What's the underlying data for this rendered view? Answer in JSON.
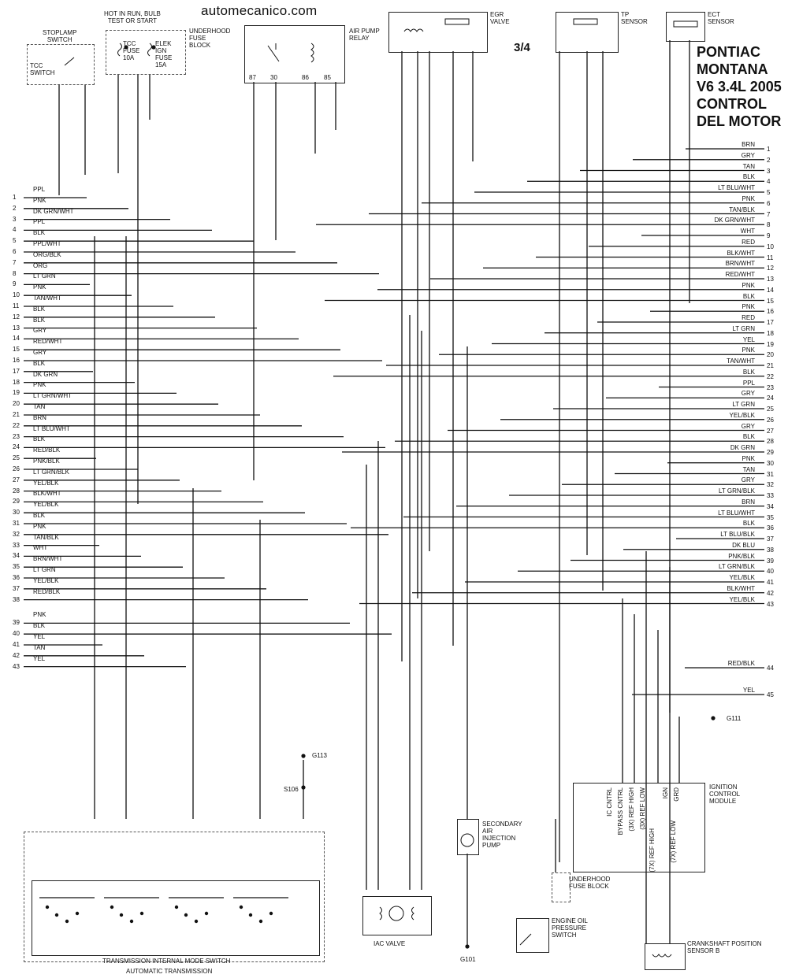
{
  "site": "automecanico.com",
  "page_marker": "3/4",
  "title_lines": [
    "PONTIAC",
    "MONTANA",
    "V6 3.4L 2005",
    "CONTROL",
    "DEL MOTOR"
  ],
  "components": {
    "stoplamp_switch": "STOPLAMP\nSWITCH",
    "tcc_switch": "TCC\nSWITCH",
    "hot_note": "HOT IN RUN, BULB\nTEST OR START",
    "tcc_fuse": "TCC\nFUSE\n10A",
    "elek_fuse": "ELEK\nIGN\nFUSE\n15A",
    "underhood_fuse_block": "UNDERHOOD\nFUSE\nBLOCK",
    "air_pump_relay": "AIR PUMP\nRELAY",
    "egr_valve": "EGR\nVALVE",
    "tp_sensor": "TP\nSENSOR",
    "ect_sensor": "ECT\nSENSOR",
    "ignition_module": "IGNITION\nCONTROL\nMODULE",
    "secondary_air_pump": "SECONDARY\nAIR\nINJECTION\nPUMP",
    "underhood_fuse_block_2": "UNDERHOOD\nFUSE BLOCK",
    "oil_pressure_switch": "ENGINE OIL\nPRESSURE\nSWITCH",
    "crank_sensor": "CRANKSHAFT POSITION\nSENSOR B",
    "iac_valve": "IAC VALVE",
    "trans_switch": "TRANSMISSION INTERNAL MODE SWITCH",
    "auto_trans": "AUTOMATIC TRANSMISSION"
  },
  "grounds": [
    "G111",
    "G113",
    "G101"
  ],
  "splice": "S106",
  "relay_pins": [
    "87",
    "30",
    "86",
    "85"
  ],
  "left_connector": [
    {
      "pin": "1",
      "wire": "PPL"
    },
    {
      "pin": "2",
      "wire": "PNK"
    },
    {
      "pin": "3",
      "wire": "DK GRN/WHT"
    },
    {
      "pin": "4",
      "wire": "PPL"
    },
    {
      "pin": "5",
      "wire": "BLK"
    },
    {
      "pin": "6",
      "wire": "PPL/WHT"
    },
    {
      "pin": "7",
      "wire": "ORG/BLK"
    },
    {
      "pin": "8",
      "wire": "ORG"
    },
    {
      "pin": "9",
      "wire": "LT GRN"
    },
    {
      "pin": "10",
      "wire": "PNK"
    },
    {
      "pin": "11",
      "wire": "TAN/WHT"
    },
    {
      "pin": "12",
      "wire": "BLK"
    },
    {
      "pin": "13",
      "wire": "BLK"
    },
    {
      "pin": "14",
      "wire": "GRY"
    },
    {
      "pin": "15",
      "wire": "RED/WHT"
    },
    {
      "pin": "16",
      "wire": "GRY"
    },
    {
      "pin": "17",
      "wire": "BLK"
    },
    {
      "pin": "18",
      "wire": "DK GRN"
    },
    {
      "pin": "19",
      "wire": "PNK"
    },
    {
      "pin": "20",
      "wire": "LT GRN/WHT"
    },
    {
      "pin": "21",
      "wire": "TAN"
    },
    {
      "pin": "22",
      "wire": "BRN"
    },
    {
      "pin": "23",
      "wire": "LT BLU/WHT"
    },
    {
      "pin": "24",
      "wire": "BLK"
    },
    {
      "pin": "25",
      "wire": "RED/BLK"
    },
    {
      "pin": "26",
      "wire": "PNK/BLK"
    },
    {
      "pin": "27",
      "wire": "LT GRN/BLK"
    },
    {
      "pin": "28",
      "wire": "YEL/BLK"
    },
    {
      "pin": "29",
      "wire": "BLK/WHT"
    },
    {
      "pin": "30",
      "wire": "YEL/BLK"
    },
    {
      "pin": "31",
      "wire": "BLK"
    },
    {
      "pin": "32",
      "wire": "PNK"
    },
    {
      "pin": "33",
      "wire": "TAN/BLK"
    },
    {
      "pin": "34",
      "wire": "WHT"
    },
    {
      "pin": "35",
      "wire": "BRN/WHT"
    },
    {
      "pin": "36",
      "wire": "LT GRN"
    },
    {
      "pin": "37",
      "wire": "YEL/BLK"
    },
    {
      "pin": "38",
      "wire": "RED/BLK"
    },
    {
      "pin": "39",
      "wire": "PNK"
    },
    {
      "pin": "40",
      "wire": "BLK"
    },
    {
      "pin": "41",
      "wire": "YEL"
    },
    {
      "pin": "42",
      "wire": "TAN"
    },
    {
      "pin": "43",
      "wire": "YEL"
    }
  ],
  "right_connector": [
    {
      "pin": "1",
      "wire": "BRN"
    },
    {
      "pin": "2",
      "wire": "GRY"
    },
    {
      "pin": "3",
      "wire": "TAN"
    },
    {
      "pin": "4",
      "wire": "BLK"
    },
    {
      "pin": "5",
      "wire": "LT BLU/WHT"
    },
    {
      "pin": "6",
      "wire": "PNK"
    },
    {
      "pin": "7",
      "wire": "TAN/BLK"
    },
    {
      "pin": "8",
      "wire": "DK GRN/WHT"
    },
    {
      "pin": "9",
      "wire": "WHT"
    },
    {
      "pin": "10",
      "wire": "RED"
    },
    {
      "pin": "11",
      "wire": "BLK/WHT"
    },
    {
      "pin": "12",
      "wire": "BRN/WHT"
    },
    {
      "pin": "13",
      "wire": "RED/WHT"
    },
    {
      "pin": "14",
      "wire": "PNK"
    },
    {
      "pin": "15",
      "wire": "BLK"
    },
    {
      "pin": "16",
      "wire": "PNK"
    },
    {
      "pin": "17",
      "wire": "RED"
    },
    {
      "pin": "18",
      "wire": "LT GRN"
    },
    {
      "pin": "19",
      "wire": "YEL"
    },
    {
      "pin": "20",
      "wire": "PNK"
    },
    {
      "pin": "21",
      "wire": "TAN/WHT"
    },
    {
      "pin": "22",
      "wire": "BLK"
    },
    {
      "pin": "23",
      "wire": "PPL"
    },
    {
      "pin": "24",
      "wire": "GRY"
    },
    {
      "pin": "25",
      "wire": "LT GRN"
    },
    {
      "pin": "26",
      "wire": "YEL/BLK"
    },
    {
      "pin": "27",
      "wire": "GRY"
    },
    {
      "pin": "28",
      "wire": "BLK"
    },
    {
      "pin": "29",
      "wire": "DK GRN"
    },
    {
      "pin": "30",
      "wire": "PNK"
    },
    {
      "pin": "31",
      "wire": "TAN"
    },
    {
      "pin": "32",
      "wire": "GRY"
    },
    {
      "pin": "33",
      "wire": "LT GRN/BLK"
    },
    {
      "pin": "34",
      "wire": "BRN"
    },
    {
      "pin": "35",
      "wire": "LT BLU/WHT"
    },
    {
      "pin": "36",
      "wire": "BLK"
    },
    {
      "pin": "37",
      "wire": "LT BLU/BLK"
    },
    {
      "pin": "38",
      "wire": "DK BLU"
    },
    {
      "pin": "39",
      "wire": "PNK/BLK"
    },
    {
      "pin": "40",
      "wire": "LT GRN/BLK"
    },
    {
      "pin": "41",
      "wire": "YEL/BLK"
    },
    {
      "pin": "42",
      "wire": "BLK/WHT"
    },
    {
      "pin": "43",
      "wire": "YEL/BLK"
    },
    {
      "pin": "44",
      "wire": "RED/BLK"
    },
    {
      "pin": "45",
      "wire": "YEL"
    }
  ],
  "ignition_module_pins": [
    "IC CNTRL",
    "BYPASS CNTRL",
    "(3X) REF HIGH",
    "(3X) REF LOW",
    "IGN",
    "GRD",
    "(7X) REF HIGH",
    "(7X) REF LOW"
  ],
  "colors": {
    "wire": "#111111",
    "background": "#ffffff"
  }
}
